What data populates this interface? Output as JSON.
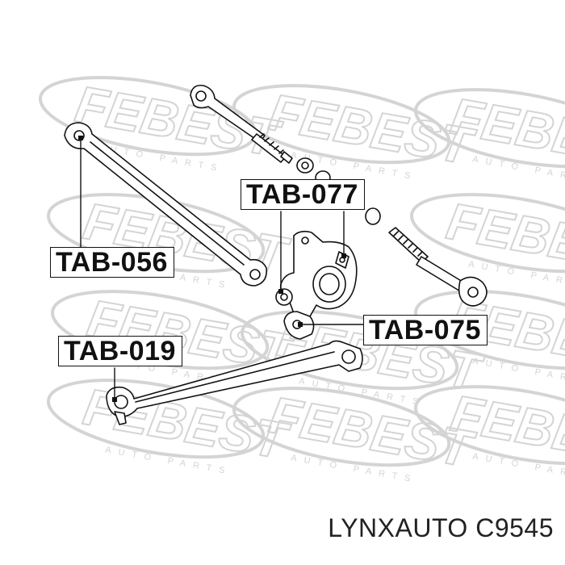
{
  "watermark": {
    "brand": "FEBEST",
    "tagline": "AUTO PARTS"
  },
  "labels": {
    "tab_077": "TAB-077",
    "tab_056": "TAB-056",
    "tab_075": "TAB-075",
    "tab_019": "TAB-019"
  },
  "footer": {
    "text": "LYNXAUTO C9545"
  },
  "colors": {
    "ink": "#111111",
    "watermark": "#d4d4d4",
    "background": "#ffffff"
  }
}
